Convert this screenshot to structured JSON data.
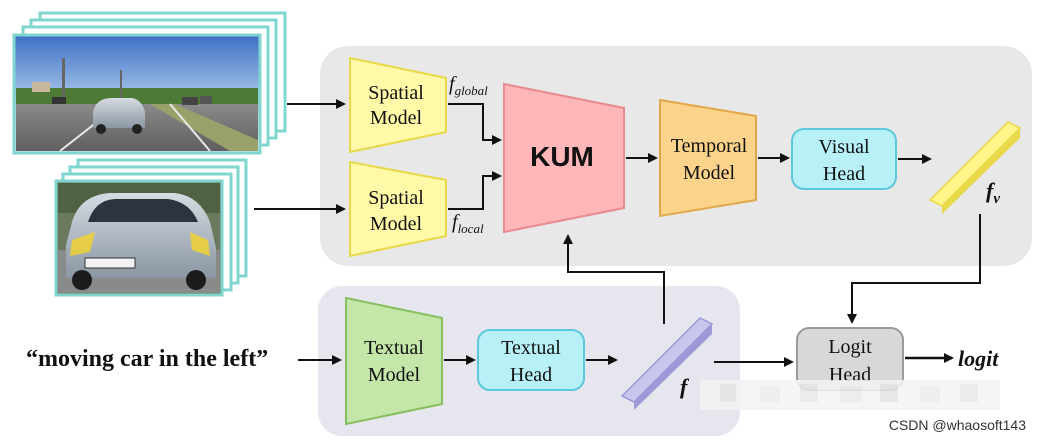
{
  "diagram": {
    "input_text": "“moving car in the left”",
    "spatial_top": {
      "line1": "Spatial",
      "line2": "Model"
    },
    "spatial_bottom": {
      "line1": "Spatial",
      "line2": "Model"
    },
    "f_global": {
      "base": "f",
      "sub": "global"
    },
    "f_local": {
      "base": "f",
      "sub": "local"
    },
    "kum": "KUM",
    "temporal": {
      "line1": "Temporal",
      "line2": "Model"
    },
    "visual_head": {
      "line1": "Visual",
      "line2": "Head"
    },
    "f_v": {
      "base": "f",
      "sub": "v"
    },
    "textual_model": {
      "line1": "Textual",
      "line2": "Model"
    },
    "textual_head": {
      "line1": "Textual",
      "line2": "Head"
    },
    "f_t": {
      "base": "f"
    },
    "logit_head": {
      "line1": "Logit",
      "line2": "Head"
    },
    "logit": "logit"
  },
  "watermark": "CSDN @whaosoft143",
  "colors": {
    "panel": "#e8e8e8",
    "text_panel": "#e6e6ef",
    "spatial_fill": "#fff9a8",
    "spatial_stroke": "#e8d84a",
    "kum_fill": "#ffb6b9",
    "kum_stroke": "#e88a8f",
    "temporal_fill": "#fbd38a",
    "temporal_stroke": "#e0a84a",
    "head_fill": "#b8f0f8",
    "head_stroke": "#5cc8dc",
    "textual_fill": "#c4e6a8",
    "textual_stroke": "#86bf5e",
    "logit_fill": "#d8d8d8",
    "logit_stroke": "#9a9a9a",
    "frame_border": "#7fd6cf"
  }
}
